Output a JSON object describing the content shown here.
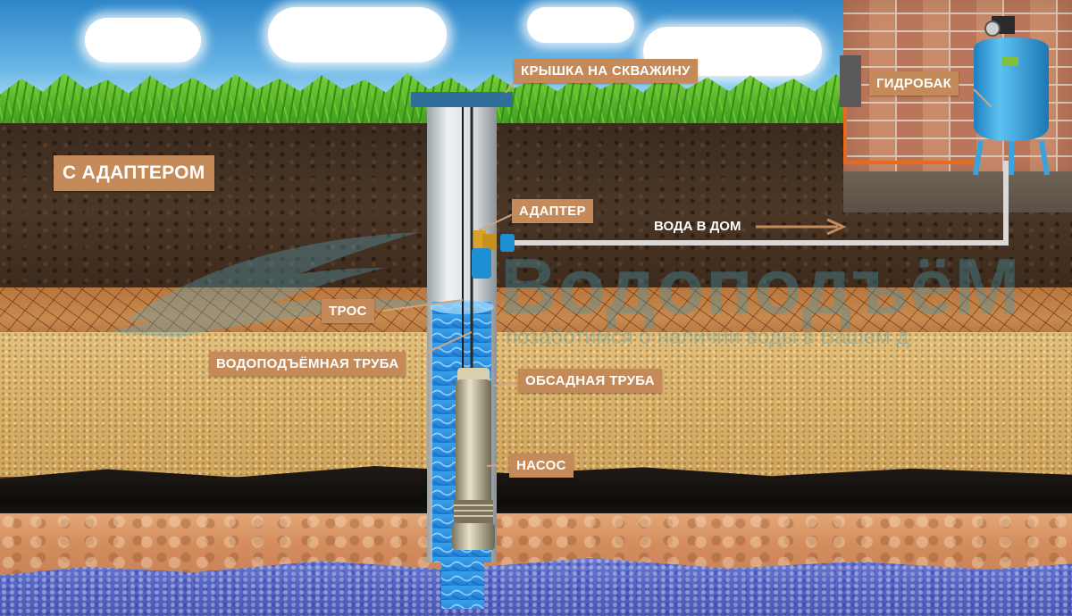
{
  "labels": {
    "mode": "С АДАПТЕРОМ",
    "well_cap": "КРЫШКА НА СКВАЖИНУ",
    "tank": "ГИДРОБАК",
    "adapter": "АДАПТЕР",
    "water_to_house": "ВОДА В ДОМ",
    "cable": "ТРОС",
    "riser_pipe": "ВОДОПОДЪЁМНАЯ ТРУБА",
    "casing_pipe": "ОБСАДНАЯ ТРУБА",
    "pump": "НАСОС"
  },
  "watermark": {
    "brand": "ВодоподъёМ",
    "slogan": "позаботимся о наличии воды в Вашем д"
  },
  "colors": {
    "label_bg": "#c48a5a",
    "leader_line": "#d6a37a",
    "tank_blue": "#3aa3dd",
    "water_blue": "#2b8fe0",
    "orange_pipe": "#e86a1f"
  }
}
